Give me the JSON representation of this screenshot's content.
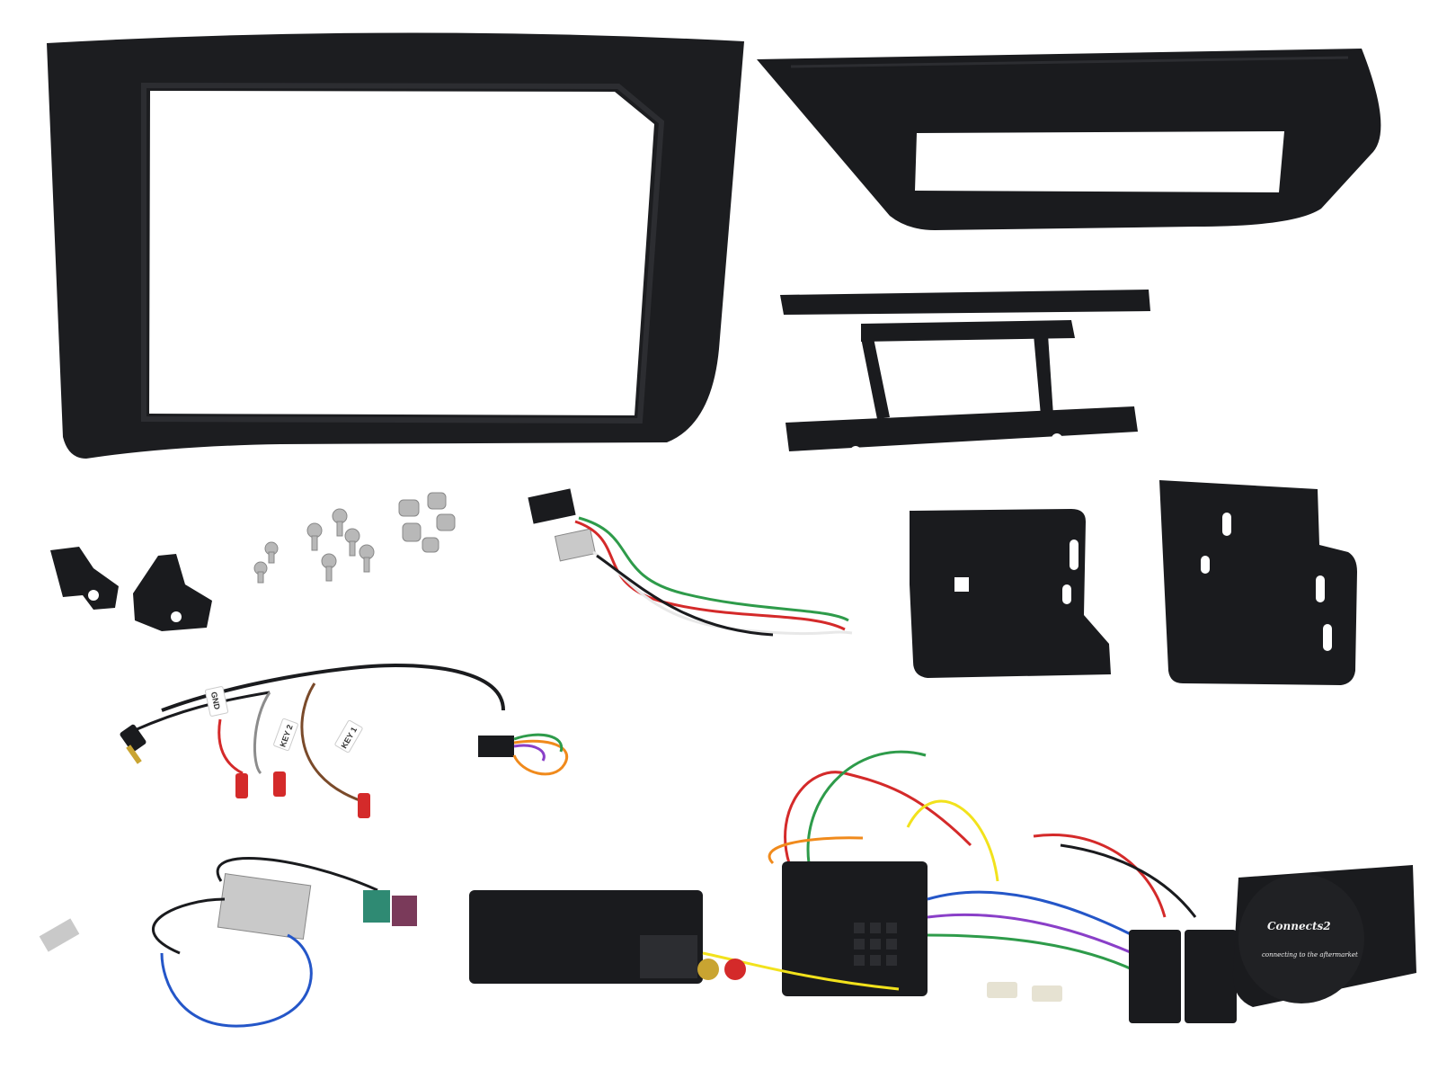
{
  "scene": {
    "description_name": "car-stereo-fitting-kit-photo",
    "colors": {
      "plastic": "#1a1b1e",
      "plastic_edge": "#2c2d31",
      "metal": "#b8b8b8",
      "wire_red": "#d42a2a",
      "wire_yellow": "#f2e21c",
      "wire_green": "#2e9b4a",
      "wire_blue": "#2456c8",
      "wire_brown": "#7a4a2a",
      "wire_orange": "#f08a1c",
      "wire_purple": "#8a3fc8",
      "fakra_green": "#2f8a73",
      "fakra_purple": "#7a3a5a"
    }
  },
  "labels": {
    "gnd_tag": "GND",
    "key2_tag": "KEY 2",
    "key1_tag": "KEY 1"
  },
  "logo": {
    "brand": "Connects2",
    "tagline": "connecting to the aftermarket"
  }
}
